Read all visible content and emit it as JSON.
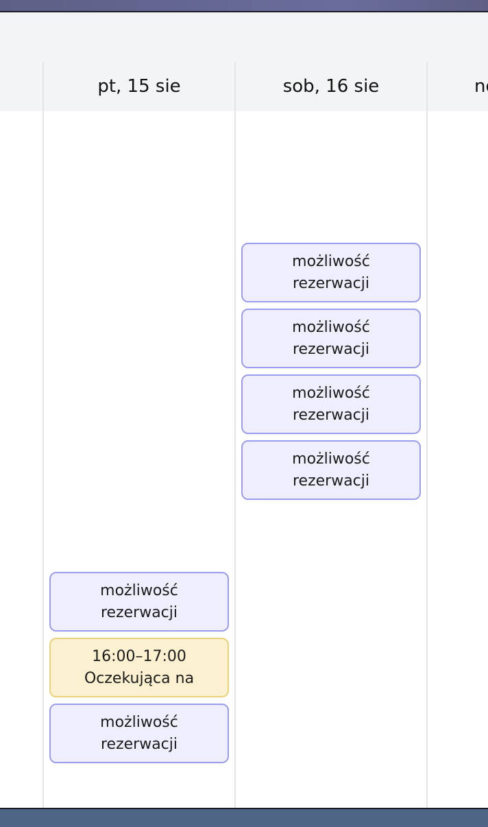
{
  "calendar": {
    "days": [
      {
        "label": "pt, 15 sie"
      },
      {
        "label": "sob, 16 sie"
      },
      {
        "label": "nd"
      }
    ],
    "friday_slots": [
      {
        "line1": "możliwość",
        "line2": "rezerwacji",
        "status": "available"
      },
      {
        "line1": "16:00–17:00",
        "line2": "Oczekująca na",
        "status": "pending"
      },
      {
        "line1": "możliwość",
        "line2": "rezerwacji",
        "status": "available"
      }
    ],
    "saturday_slots": [
      {
        "line1": "możliwość",
        "line2": "rezerwacji",
        "status": "available"
      },
      {
        "line1": "możliwość",
        "line2": "rezerwacji",
        "status": "available"
      },
      {
        "line1": "możliwość",
        "line2": "rezerwacji",
        "status": "available"
      },
      {
        "line1": "możliwość",
        "line2": "rezerwacji",
        "status": "available"
      }
    ]
  },
  "colors": {
    "available_bg": "#eeeefd",
    "available_border": "#9c9cec",
    "pending_bg": "#fbf0cf",
    "pending_border": "#ecd17a",
    "header_bg": "#f3f4f6"
  }
}
